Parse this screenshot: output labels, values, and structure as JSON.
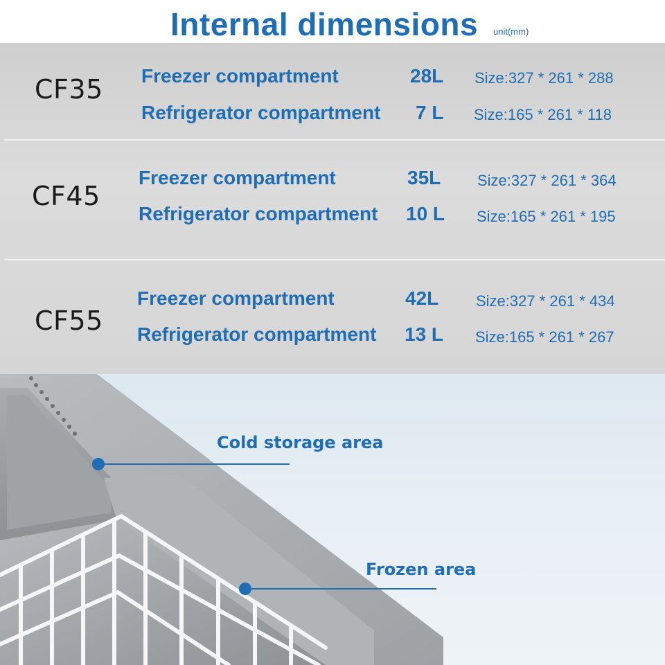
{
  "header": {
    "title": "Internal dimensions",
    "unit": "unit(mm)"
  },
  "models": [
    {
      "name": "CF35",
      "rows": [
        {
          "label": "Freezer compartment",
          "volume": "28L",
          "size": "Size:327 * 261 * 288"
        },
        {
          "label": "Refrigerator compartment",
          "volume": "7 L",
          "size": "Size:165 * 261 * 118"
        }
      ]
    },
    {
      "name": "CF45",
      "rows": [
        {
          "label": "Freezer compartment",
          "volume": "35L",
          "size": "Size:327 * 261 * 364"
        },
        {
          "label": "Refrigerator compartment",
          "volume": "10 L",
          "size": "Size:165 * 261 * 195"
        }
      ]
    },
    {
      "name": "CF55",
      "rows": [
        {
          "label": "Freezer compartment",
          "volume": "42L",
          "size": "Size:327 * 261 * 434"
        },
        {
          "label": "Refrigerator compartment",
          "volume": "13 L",
          "size": "Size:165 * 261 * 267"
        }
      ]
    }
  ],
  "photo": {
    "cold_label": "Cold storage area",
    "frozen_label": "Frozen area"
  },
  "colors": {
    "accent": "#1f6db5",
    "table_bg": "#d6d6d6"
  }
}
